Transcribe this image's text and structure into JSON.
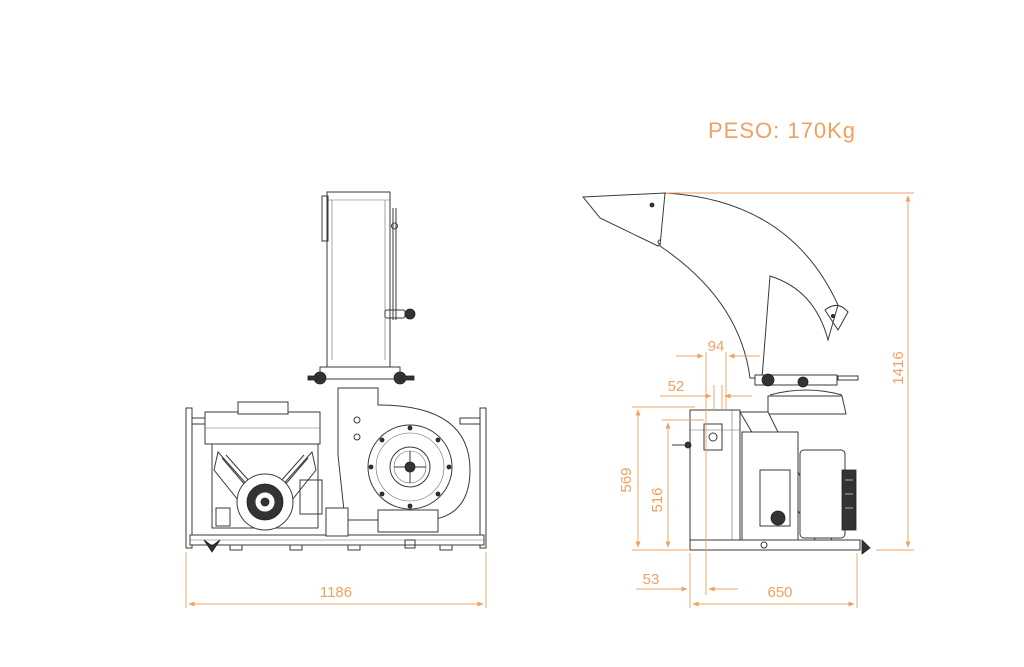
{
  "weight_label": "PESO: 170Kg",
  "dimensions": {
    "front_width": "1186",
    "side_depth": "650",
    "total_height": "1416",
    "inlet_height": "569",
    "inlet_height_inner": "516",
    "offset_94": "94",
    "offset_52": "52",
    "offset_53": "53"
  },
  "colors": {
    "dimension": "#f0a060",
    "linework": "#3a3a3a"
  }
}
